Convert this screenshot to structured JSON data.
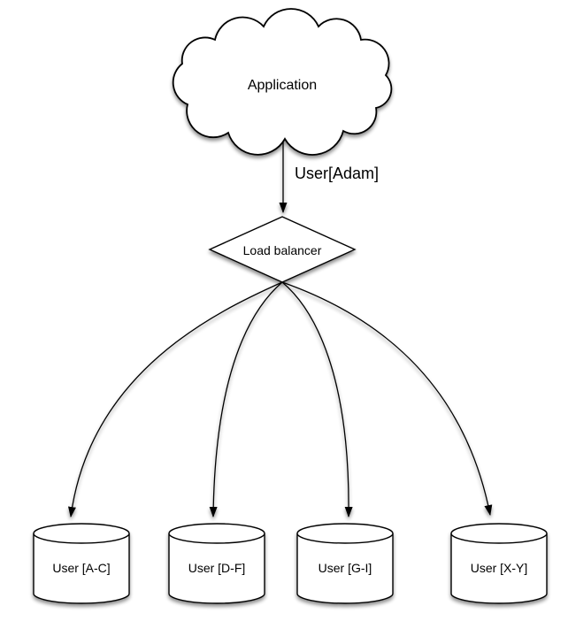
{
  "diagram": {
    "cloud": {
      "label": "Application"
    },
    "edge": {
      "label": "User[Adam]"
    },
    "balancer": {
      "label": "Load balancer"
    },
    "databases": [
      {
        "label": "User [A-C]"
      },
      {
        "label": "User [D-F]"
      },
      {
        "label": "User [G-I]"
      },
      {
        "label": "User [X-Y]"
      }
    ],
    "colors": {
      "stroke": "#000000",
      "shape_fill": "#ffffff",
      "background": "#ffffff",
      "text": "#000000"
    }
  }
}
